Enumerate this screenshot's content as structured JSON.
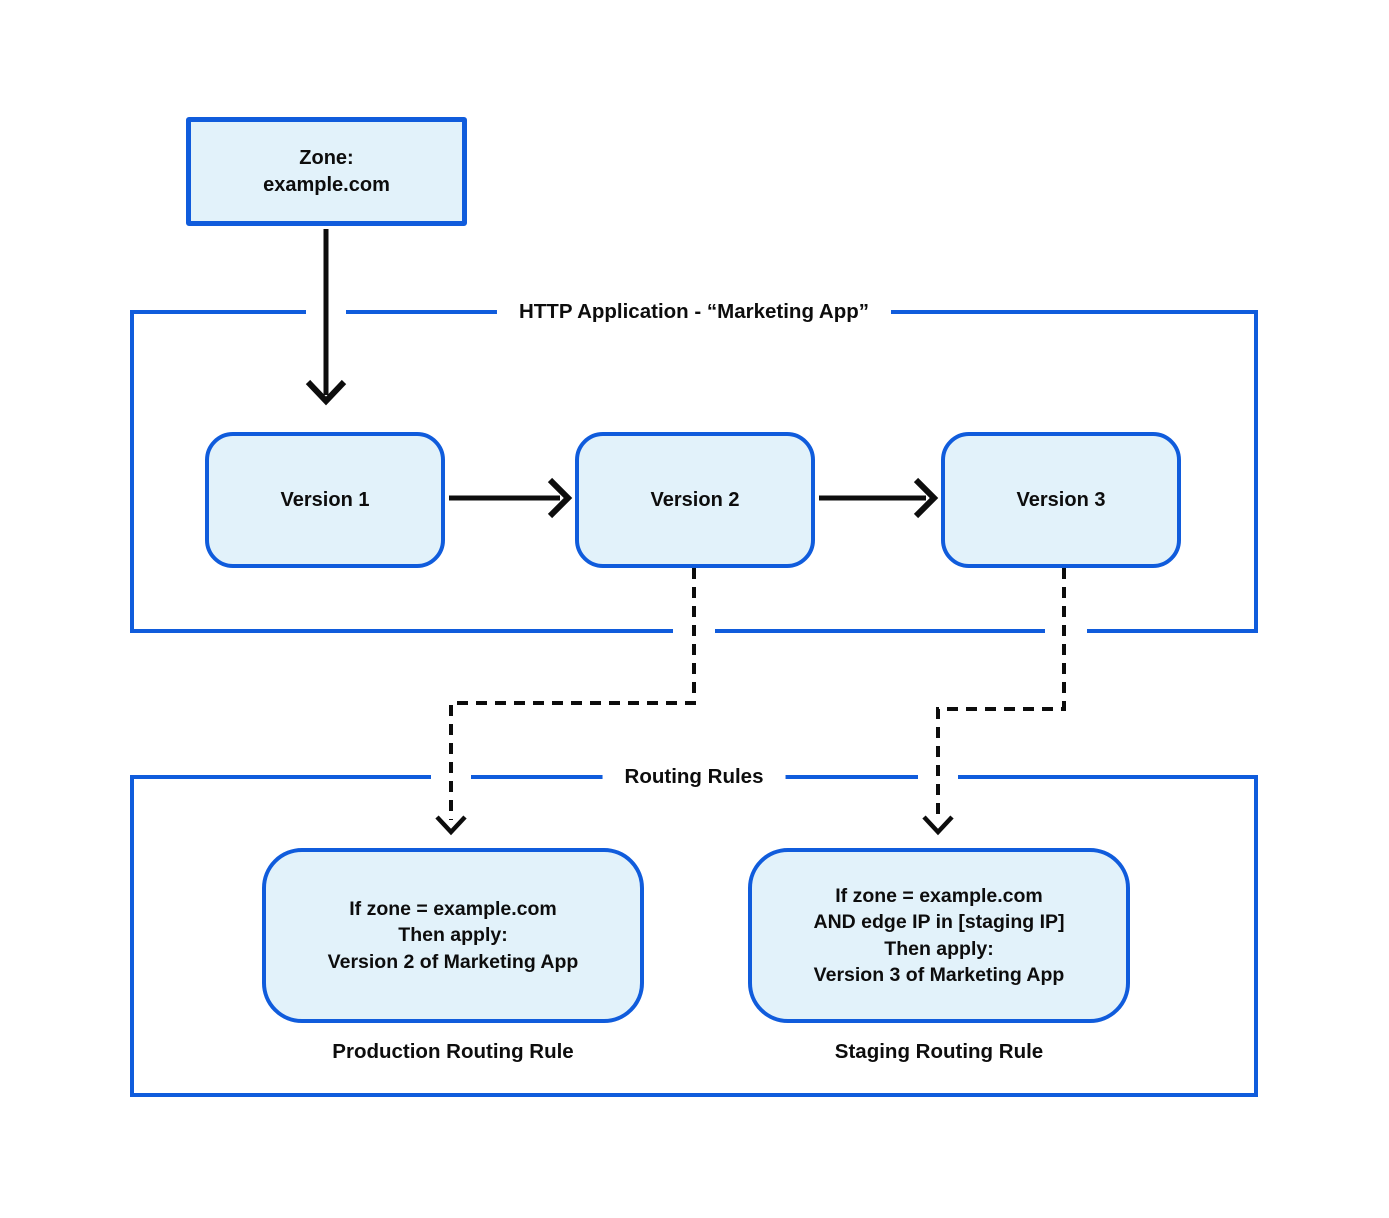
{
  "zone_box": {
    "lines": [
      "Zone:",
      "example.com"
    ]
  },
  "http_app": {
    "label": "HTTP Application - “Marketing App”",
    "versions": [
      {
        "label": "Version 1"
      },
      {
        "label": "Version 2"
      },
      {
        "label": "Version 3"
      }
    ]
  },
  "routing": {
    "label": "Routing Rules",
    "rules": [
      {
        "lines": [
          "If zone = example.com",
          "Then apply:",
          "Version 2 of Marketing App"
        ],
        "caption": "Production Routing Rule"
      },
      {
        "lines": [
          "If zone = example.com",
          "AND edge IP in [staging IP]",
          "Then apply:",
          "Version 3 of Marketing App"
        ],
        "caption": "Staging Routing Rule"
      }
    ]
  },
  "colors": {
    "border_blue": "#105cdc",
    "box_fill": "#e2f2fa",
    "ink": "#0d0d0d",
    "background": "#ffffff"
  }
}
